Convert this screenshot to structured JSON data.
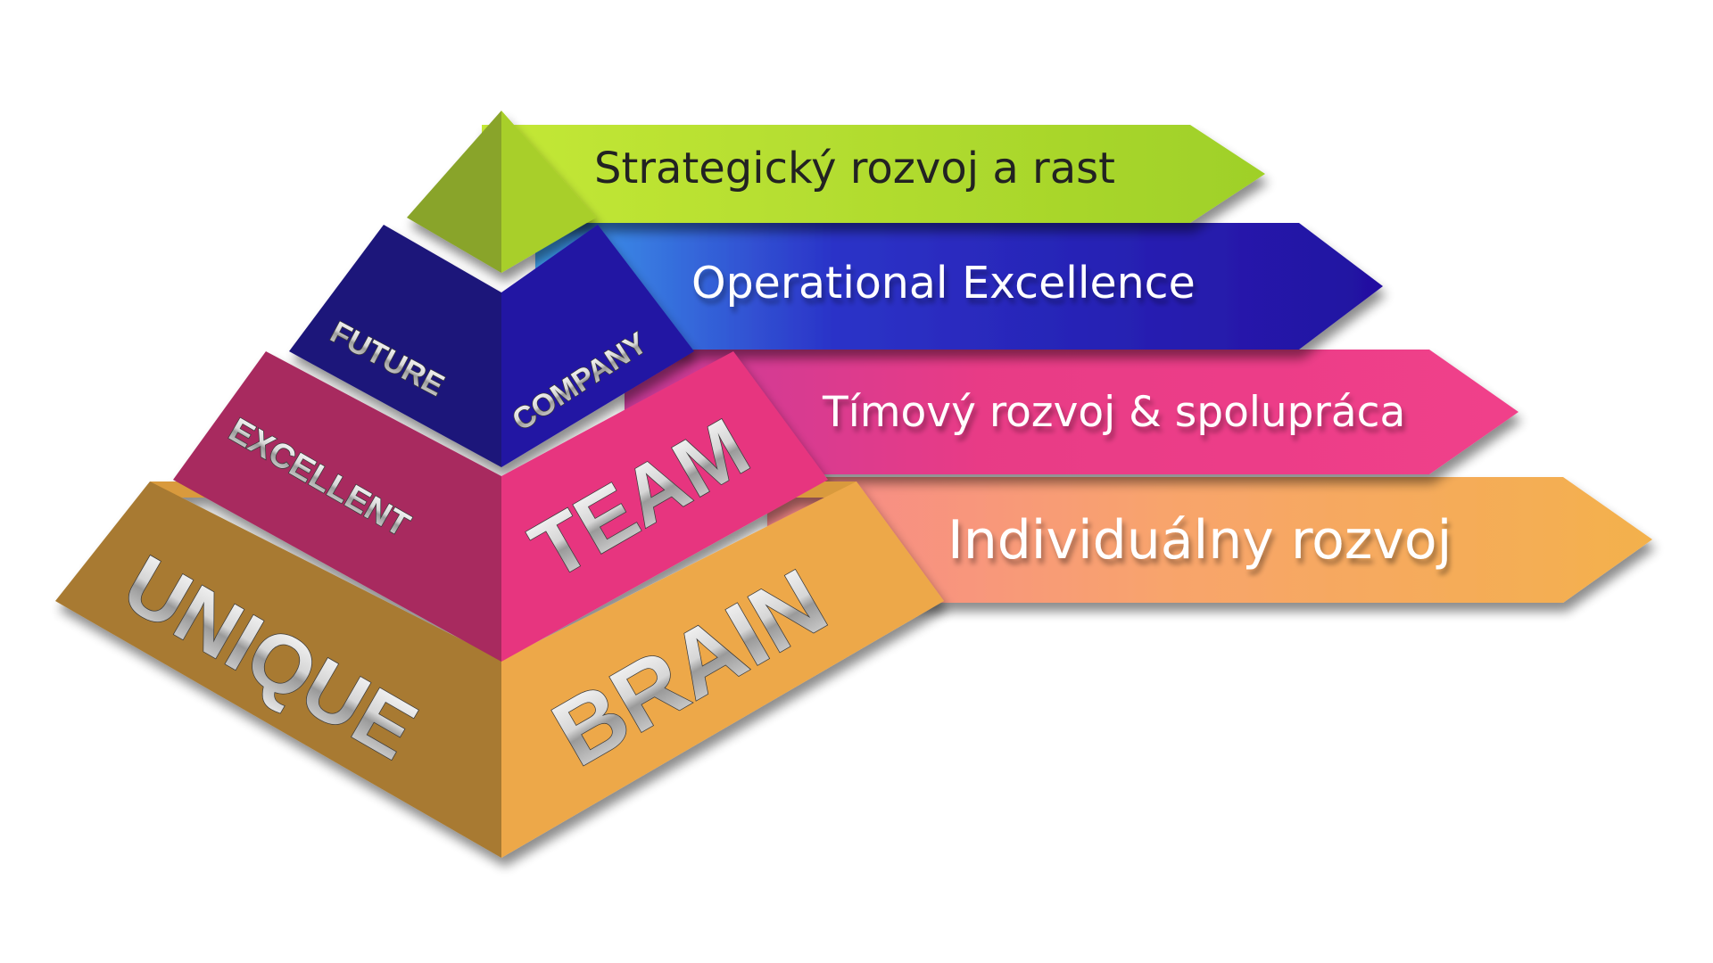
{
  "levels": [
    {
      "banner": "Strategický rozvoj a rast"
    },
    {
      "banner": "Operational Excellence",
      "left_label": "FUTURE",
      "right_label": "COMPANY"
    },
    {
      "banner": "Tímový rozvoj & spolupráca",
      "left_label": "EXCELLENT",
      "right_label": "TEAM"
    },
    {
      "banner": "Individuálny rozvoj",
      "left_label": "UNIQUE",
      "right_label": "BRAIN"
    }
  ],
  "colors": {
    "green": "#a8cf2a",
    "blue": "#2414a3",
    "pink": "#e7357f",
    "orange": "#eda84a"
  }
}
